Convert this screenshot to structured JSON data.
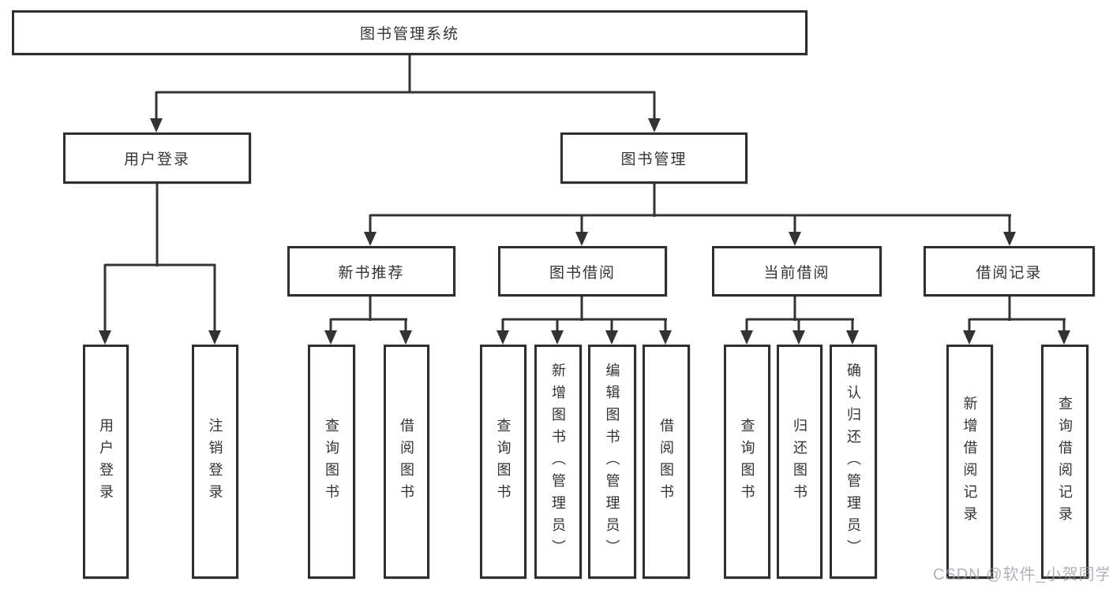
{
  "diagram": {
    "type": "tree",
    "root": {
      "label": "图书管理系统"
    },
    "level2": [
      {
        "label": "用户登录"
      },
      {
        "label": "图书管理"
      }
    ],
    "level3": [
      {
        "label": "新书推荐",
        "parent": "图书管理"
      },
      {
        "label": "图书借阅",
        "parent": "图书管理"
      },
      {
        "label": "当前借阅",
        "parent": "图书管理"
      },
      {
        "label": "借阅记录",
        "parent": "图书管理"
      }
    ],
    "leaves": [
      {
        "label": "用户登录",
        "parent": "用户登录"
      },
      {
        "label": "注销登录",
        "parent": "用户登录"
      },
      {
        "label": "查询图书",
        "parent": "新书推荐"
      },
      {
        "label": "借阅图书",
        "parent": "新书推荐"
      },
      {
        "label": "查询图书",
        "parent": "图书借阅"
      },
      {
        "label": "新增图书（管理员）",
        "parent": "图书借阅"
      },
      {
        "label": "编辑图书（管理员）",
        "parent": "图书借阅"
      },
      {
        "label": "借阅图书",
        "parent": "图书借阅"
      },
      {
        "label": "查询图书",
        "parent": "当前借阅"
      },
      {
        "label": "归还图书",
        "parent": "当前借阅"
      },
      {
        "label": "确认归还（管理员）",
        "parent": "当前借阅"
      },
      {
        "label": "新增借阅记录",
        "parent": "借阅记录"
      },
      {
        "label": "查询借阅记录",
        "parent": "借阅记录"
      }
    ]
  },
  "colors": {
    "line": "#333333",
    "box_border": "#2f2f2f",
    "box_fill": "#ffffff",
    "text": "#333333",
    "watermark": "#94999f"
  },
  "watermark": {
    "text": "CSDN @软件_小贺同学"
  }
}
